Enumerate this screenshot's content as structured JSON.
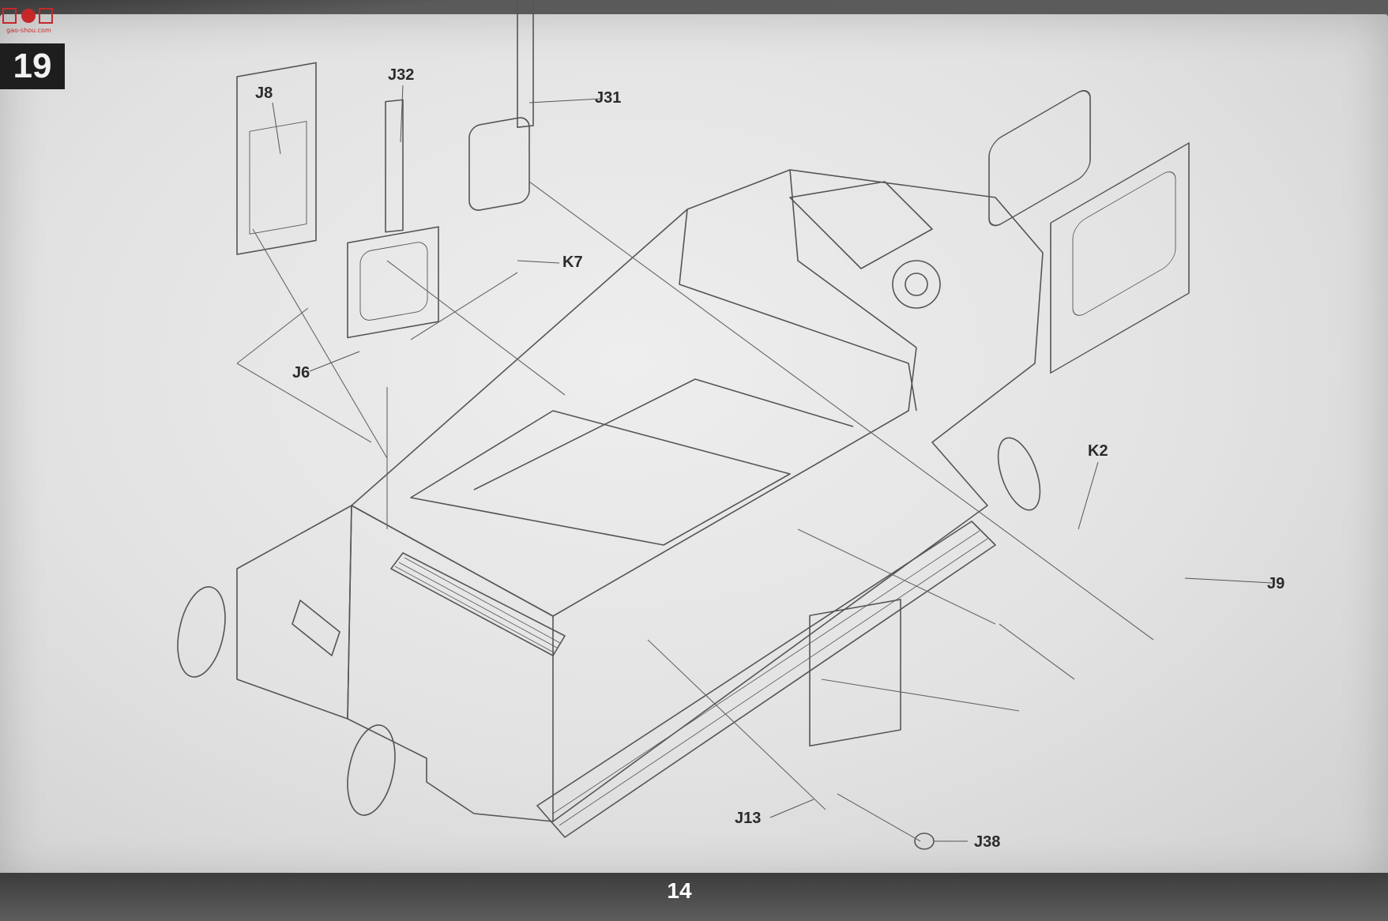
{
  "step_number": "19",
  "page_number": "14",
  "watermark": {
    "name": "cheng-gou-wang-logo",
    "text": "gao-shou.com",
    "accent_color": "#c62828"
  },
  "parts": {
    "J8": "J8",
    "J32": "J32",
    "J31": "J31",
    "K7": "K7",
    "J6": "J6",
    "K2": "K2",
    "J9": "J9",
    "J13": "J13",
    "J38": "J38"
  }
}
